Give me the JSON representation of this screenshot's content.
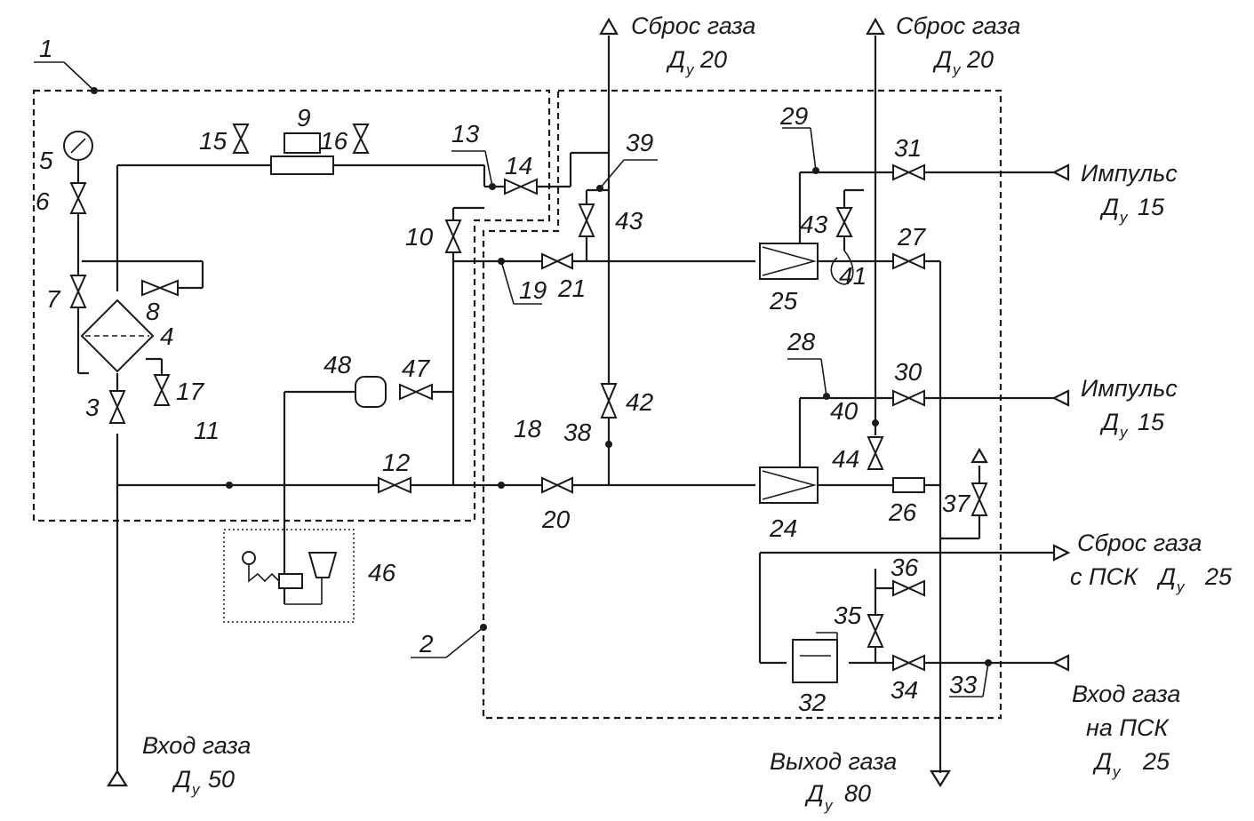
{
  "captions": {
    "gas_vent_1": "Сброс газа",
    "gas_vent_1_dn": "Д",
    "gas_vent_1_sub": "у",
    "gas_vent_1_size": "20",
    "gas_vent_2": "Сброс газа",
    "gas_vent_2_dn": "Д",
    "gas_vent_2_sub": "у",
    "gas_vent_2_size": "20",
    "impulse_1": "Импульс",
    "impulse_1_dn": "Д",
    "impulse_1_sub": "у",
    "impulse_1_size": "15",
    "impulse_2": "Импульс",
    "impulse_2_dn": "Д",
    "impulse_2_sub": "у",
    "impulse_2_size": "15",
    "psk_vent_line1": "Сброс газа",
    "psk_vent_line2": "с ПСК",
    "psk_vent_dn": "Д",
    "psk_vent_sub": "у",
    "psk_vent_size": "25",
    "gas_in_psk_line1": "Вход газа",
    "gas_in_psk_line2": "на ПСК",
    "gas_in_psk_dn": "Д",
    "gas_in_psk_sub": "у",
    "gas_in_psk_size": "25",
    "gas_out": "Выход газа",
    "gas_out_dn": "Д",
    "gas_out_sub": "у",
    "gas_out_size": "80",
    "gas_in": "Вход газа",
    "gas_in_dn": "Д",
    "gas_in_sub": "у",
    "gas_in_size": "50"
  },
  "labels": [
    "1",
    "2",
    "3",
    "4",
    "5",
    "6",
    "7",
    "8",
    "9",
    "10",
    "11",
    "12",
    "13",
    "14",
    "15",
    "16",
    "17",
    "18",
    "19",
    "20",
    "21",
    "24",
    "25",
    "26",
    "27",
    "28",
    "29",
    "30",
    "31",
    "32",
    "33",
    "34",
    "35",
    "36",
    "37",
    "38",
    "39",
    "40",
    "41",
    "42",
    "43",
    "43",
    "44",
    "46",
    "47",
    "48"
  ]
}
